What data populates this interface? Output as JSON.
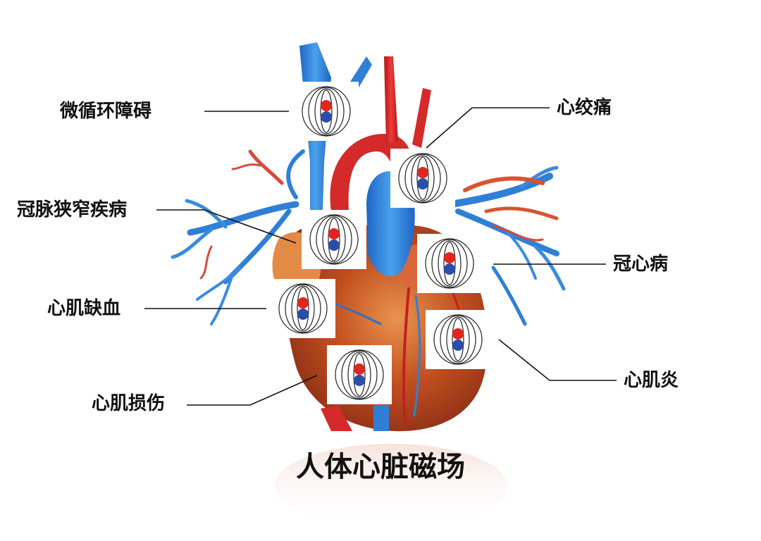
{
  "title": "人体心脏磁场",
  "labels": {
    "micro": "微循环障碍",
    "angina": "心绞痛",
    "stenosis": "冠脉狭窄疾病",
    "chd": "冠心病",
    "ischemia": "心肌缺血",
    "myocarditis": "心肌炎",
    "injury": "心肌损伤"
  },
  "colors": {
    "vein_blue": "#2f7fd6",
    "artery_red": "#d42a2a",
    "heart_dark": "#9a2f1c",
    "heart_light": "#e07a3a",
    "pole_red": "#e0261f",
    "pole_blue": "#2b4fa8",
    "line": "#111111"
  },
  "icons": [
    "magnetic-dipole-icon"
  ]
}
